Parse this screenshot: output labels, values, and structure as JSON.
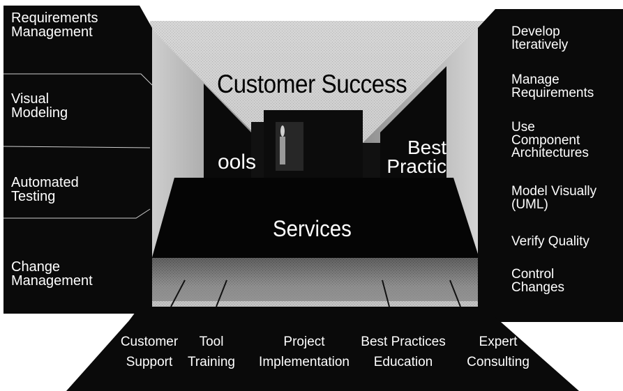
{
  "diagram": {
    "title": "Customer Success",
    "pillars": {
      "left": "ools",
      "right": "Best\nPractic",
      "base": "Services"
    },
    "tools": [
      {
        "label": "Requirements\nManagement"
      },
      {
        "label": "Visual\nModeling"
      },
      {
        "label": "Automated\nTesting"
      },
      {
        "label": "Change\nManagement"
      }
    ],
    "best_practices": [
      {
        "label": "Develop\nIteratively"
      },
      {
        "label": "Manage\nRequirements"
      },
      {
        "label": "Use\nComponent\nArchitectures"
      },
      {
        "label": "Model Visually\n(UML)"
      },
      {
        "label": "Verify Quality"
      },
      {
        "label": "Control\nChanges"
      }
    ],
    "services": [
      {
        "label": "Customer\nSupport"
      },
      {
        "label": "Tool\nTraining"
      },
      {
        "label": "Project\nImplementation"
      },
      {
        "label": "Best Practices\nEducation"
      },
      {
        "label": "Expert\nConsulting"
      }
    ]
  }
}
